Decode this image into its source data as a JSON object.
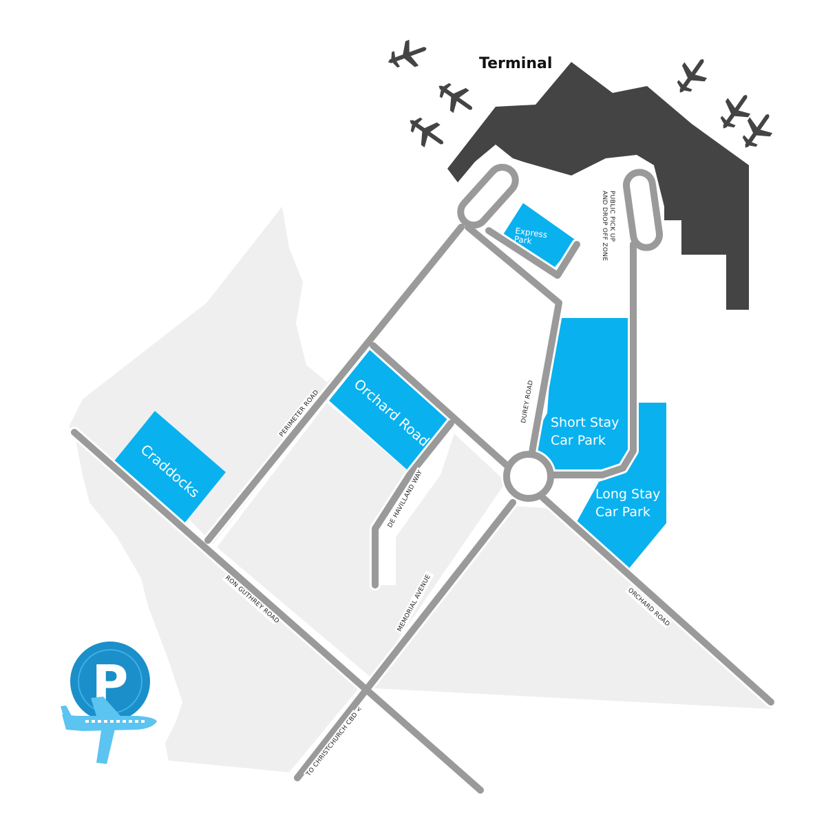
{
  "title": "Terminal",
  "car_parks": {
    "express": [
      "Express",
      "Park"
    ],
    "short_stay": [
      "Short Stay",
      "Car Park"
    ],
    "long_stay": [
      "Long Stay",
      "Car Park"
    ],
    "orchard": "Orchard Road",
    "craddocks": "Craddocks"
  },
  "roads": {
    "pickup_zone": [
      "PUBLIC PICK UP",
      "AND DROP OFF ZONE"
    ],
    "durey": "DUREY ROAD",
    "perimeter": "PERIMETER ROAD",
    "de_havilland": "DE HAVILLAND WAY",
    "ron_guthrey": "RON GUTHREY ROAD",
    "memorial": "MEMORIAL AVENUE",
    "orchard": "ORCHARD ROAD",
    "christchurch": "TO CHRISTCHURCH CBD <"
  },
  "colors": {
    "car_park": "#0ab1ef",
    "road": "#9a9a9a",
    "land": "#efefef",
    "terminal": "#444444",
    "logo_dark": "#1a8fc9",
    "logo_light": "#5bc4f1"
  },
  "icons": {
    "logo": "parking-plane-logo",
    "aircraft": "airplane-icon"
  }
}
